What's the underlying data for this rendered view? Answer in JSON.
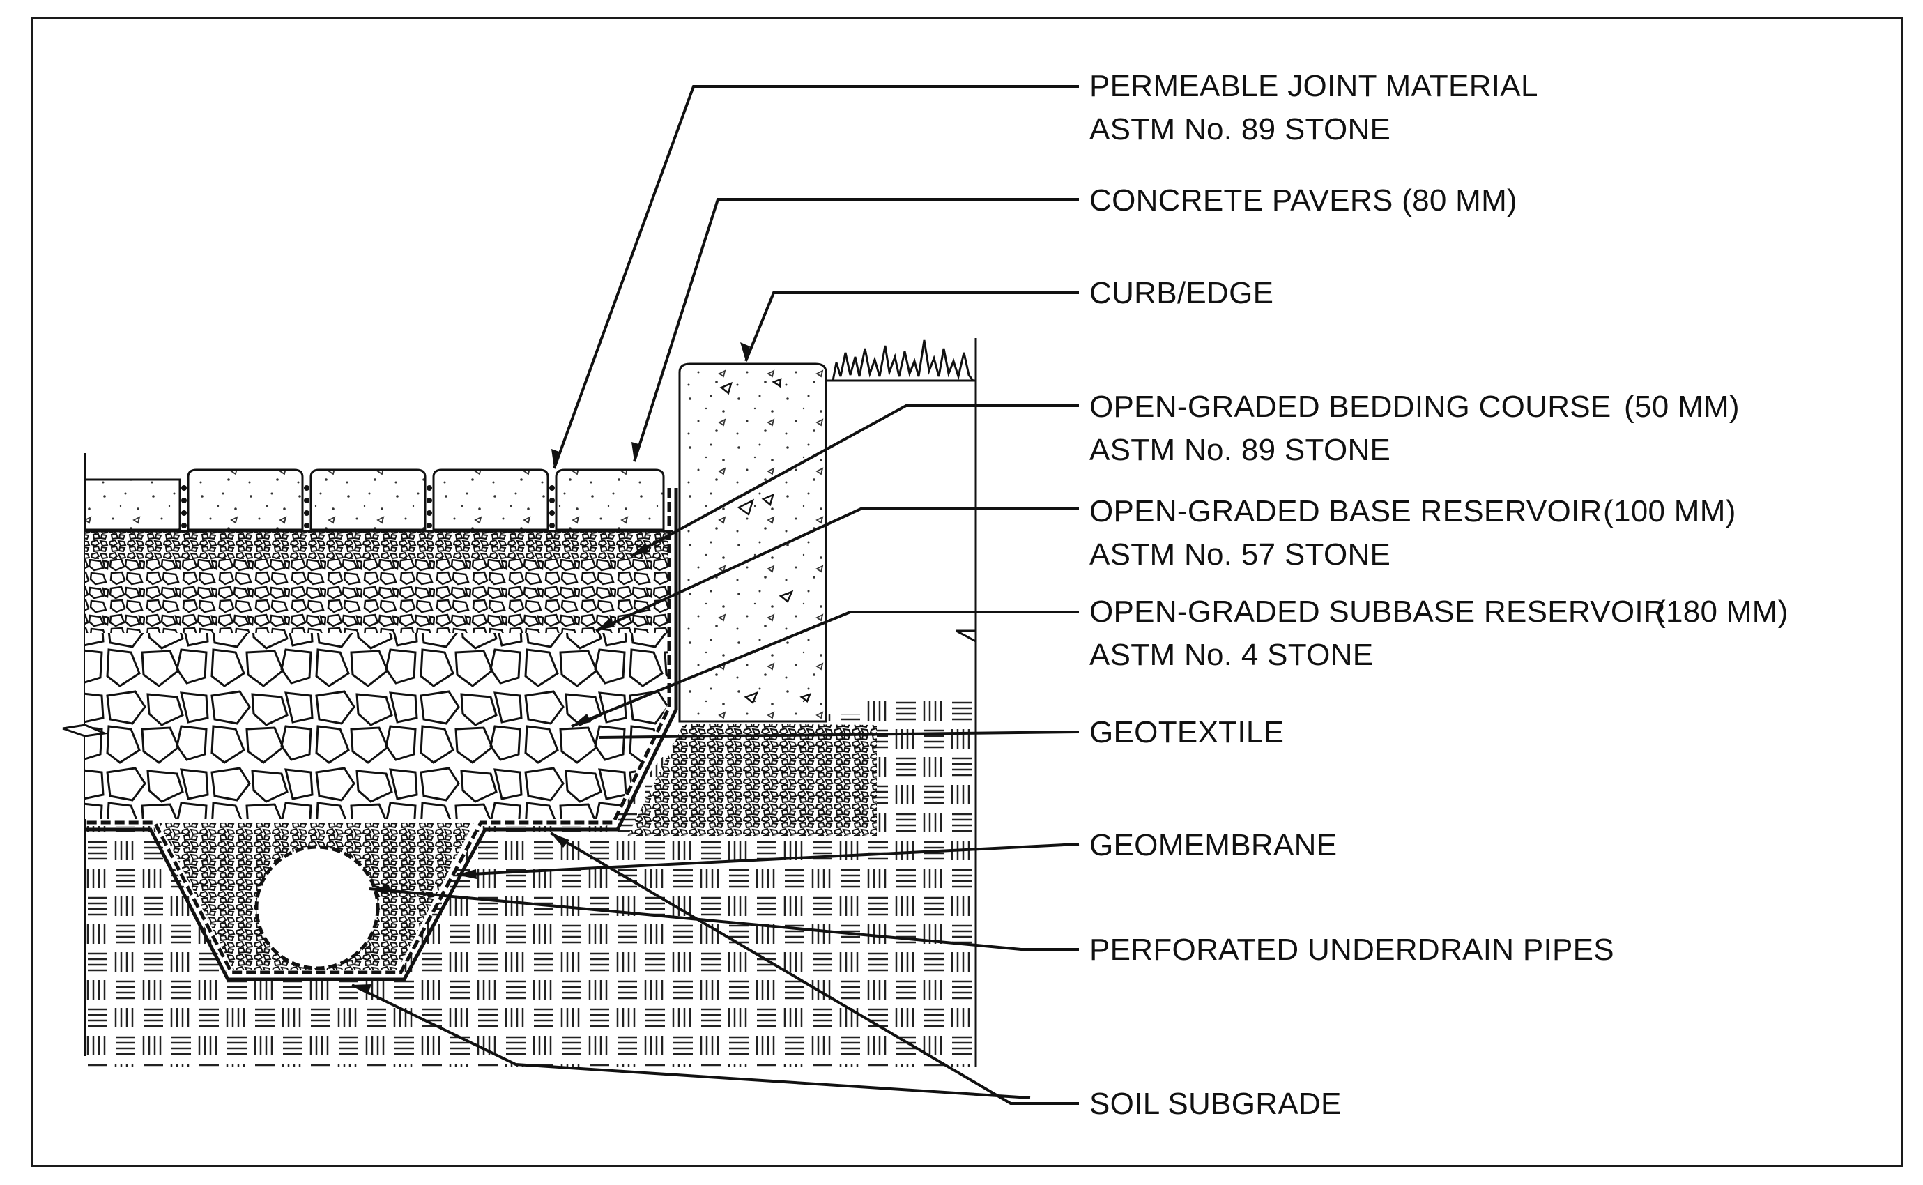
{
  "labels": {
    "joint_material_1": "PERMEABLE JOINT MATERIAL",
    "joint_material_2": "ASTM No. 89 STONE",
    "concrete_pavers": "CONCRETE PAVERS (80 MM)",
    "curb_edge": "CURB/EDGE",
    "bedding_course_1": "OPEN-GRADED BEDDING COURSE",
    "bedding_course_dim": "(50 MM)",
    "bedding_course_2": "ASTM No. 89 STONE",
    "base_reservoir_1": "OPEN-GRADED BASE RESERVOIR",
    "base_reservoir_dim": "(100 MM)",
    "base_reservoir_2": "ASTM No. 57 STONE",
    "subbase_reservoir_1": "OPEN-GRADED SUBBASE RESERVOIR",
    "subbase_reservoir_dim": "(180 MM)",
    "subbase_reservoir_2": "ASTM No. 4 STONE",
    "geotextile": "GEOTEXTILE",
    "geomembrane": "GEOMEMBRANE",
    "underdrain": "PERFORATED UNDERDRAIN PIPES",
    "soil_subgrade": "SOIL SUBGRADE"
  },
  "colors": {
    "ink": "#111111",
    "paper": "#ffffff"
  }
}
